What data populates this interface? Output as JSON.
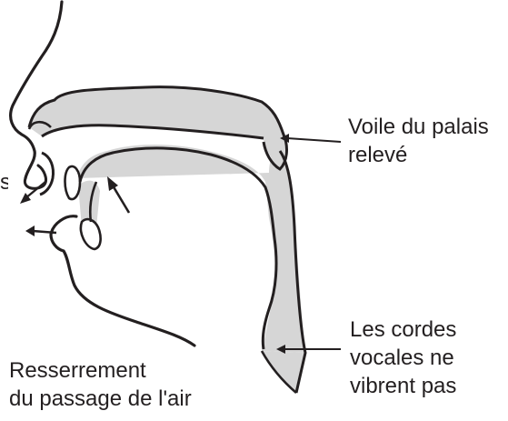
{
  "labels": {
    "velum": {
      "line1": "Voile du palais",
      "line2": "relevé"
    },
    "vocal_cords": {
      "line1": "Les cordes",
      "line2": "vocales ne",
      "line3": "vibrent pas"
    },
    "constriction": {
      "line1": "Resserrement",
      "line2": "du passage de l'air"
    },
    "cut_edge_fragment": "s"
  },
  "colors": {
    "ink": "#231f20",
    "fill_gray": "#d6d6d6",
    "background": "#ffffff"
  }
}
